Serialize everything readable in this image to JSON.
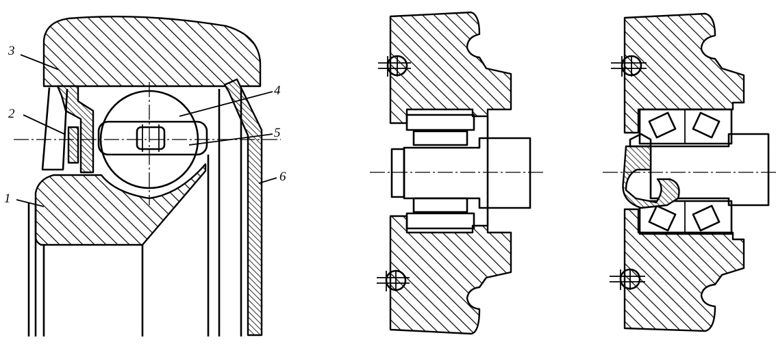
{
  "figure": {
    "callouts": [
      {
        "id": "part-1",
        "label": "1"
      },
      {
        "id": "part-2",
        "label": "2"
      },
      {
        "id": "part-3",
        "label": "3"
      },
      {
        "id": "part-4",
        "label": "4"
      },
      {
        "id": "part-5",
        "label": "5"
      },
      {
        "id": "part-6",
        "label": "6"
      }
    ],
    "colors": {
      "ink": "#000000",
      "paper": "#ffffff"
    }
  }
}
